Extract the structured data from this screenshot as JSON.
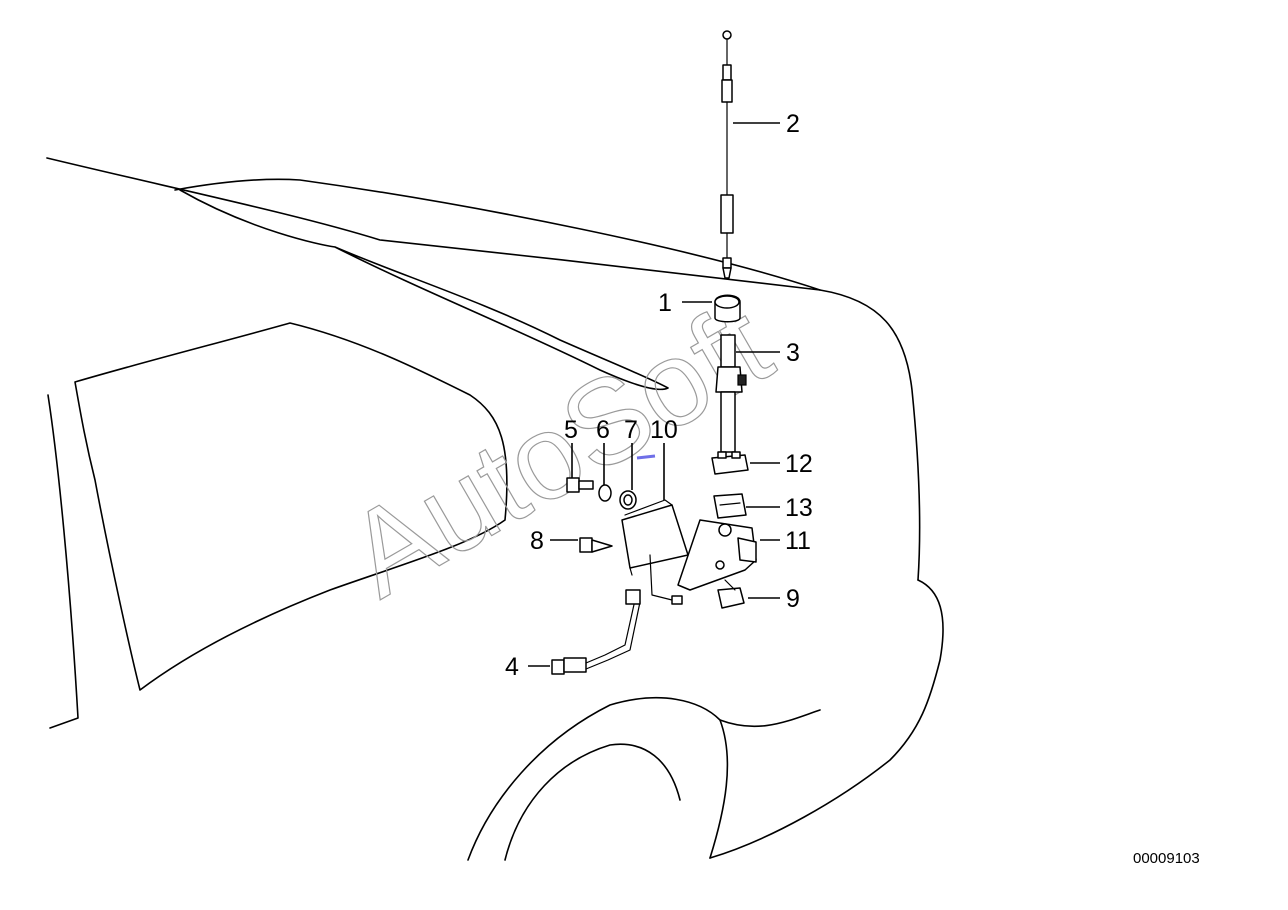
{
  "diagram": {
    "watermark": "AutoSoft",
    "document_number": "00009103",
    "callouts": [
      {
        "id": "1",
        "label": "1"
      },
      {
        "id": "2",
        "label": "2"
      },
      {
        "id": "3",
        "label": "3"
      },
      {
        "id": "4",
        "label": "4"
      },
      {
        "id": "5",
        "label": "5"
      },
      {
        "id": "6",
        "label": "6"
      },
      {
        "id": "7",
        "label": "7"
      },
      {
        "id": "8",
        "label": "8"
      },
      {
        "id": "9",
        "label": "9"
      },
      {
        "id": "10",
        "label": "10"
      },
      {
        "id": "11",
        "label": "11"
      },
      {
        "id": "12",
        "label": "12"
      },
      {
        "id": "13",
        "label": "13"
      }
    ]
  }
}
